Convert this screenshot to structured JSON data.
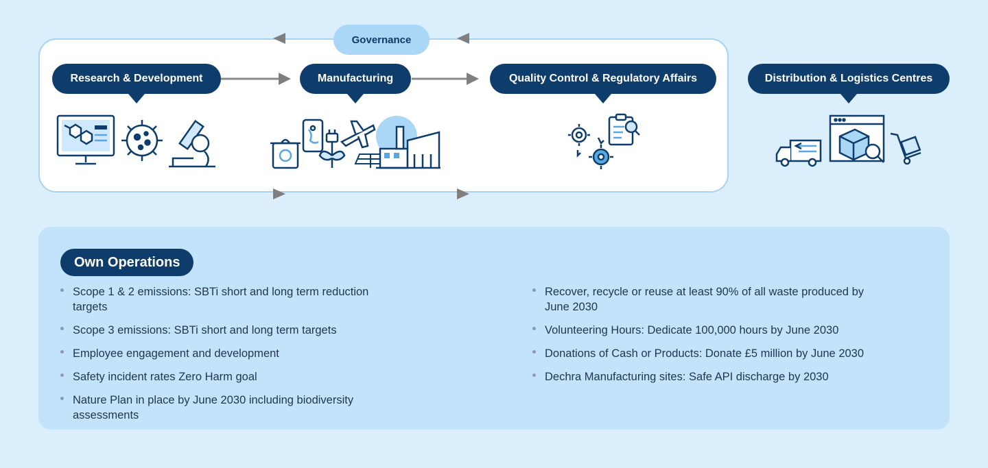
{
  "flow": {
    "governance_label": "Governance",
    "stages": [
      {
        "label": "Research & Development"
      },
      {
        "label": "Manufacturing"
      },
      {
        "label": "Quality Control & Regulatory Affairs"
      },
      {
        "label": "Distribution & Logistics Centres"
      }
    ],
    "icons": [
      "lab-computer-icon",
      "virus-icon",
      "microscope-icon",
      "recycle-bin-icon",
      "phone-map-icon",
      "plug-plant-icon",
      "airplane-icon",
      "solar-panel-icon",
      "factory-icon",
      "gears-icon",
      "clipboard-search-icon",
      "delivery-truck-icon",
      "package-search-icon",
      "hand-trolley-icon"
    ],
    "colors": {
      "navy": "#0e3d6b",
      "light_blue": "#a9d7f5",
      "arrow_gray": "#7f7f7f"
    }
  },
  "own_operations": {
    "title": "Own Operations",
    "left_items": [
      "Scope 1 & 2 emissions: SBTi short and long term reduction targets",
      "Scope 3 emissions: SBTi short and long term targets",
      "Employee engagement and development",
      "Safety incident rates Zero Harm goal",
      "Nature Plan in place by June 2030 including biodiversity assessments"
    ],
    "right_items": [
      "Recover, recycle or reuse at least 90% of all waste produced by June 2030",
      "Volunteering Hours: Dedicate 100,000 hours by June 2030",
      "Donations of Cash or Products: Donate £5 million by June 2030",
      "Dechra Manufacturing sites: Safe API discharge by 2030"
    ]
  }
}
